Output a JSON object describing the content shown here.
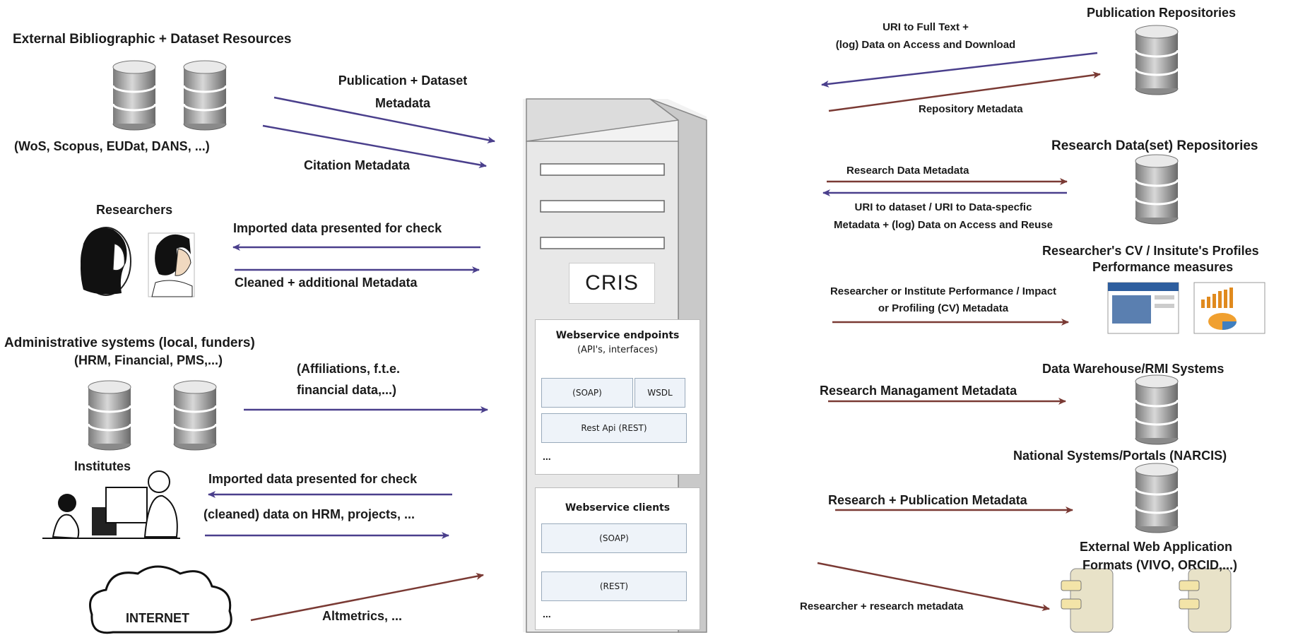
{
  "cris": {
    "label": "CRIS",
    "endpoints": {
      "title": "Webservice endpoints",
      "subtitle": "(API's, interfaces)",
      "soap": "(SOAP)",
      "wsdl": "WSDL",
      "rest": "Rest Api (REST)",
      "more": "..."
    },
    "clients": {
      "title": "Webservice clients",
      "soap": "(SOAP)",
      "rest": "(REST)",
      "more": "..."
    }
  },
  "left": {
    "external": {
      "title": "External Bibliographic + Dataset Resources",
      "sources": "(WoS, Scopus, EUDat, DANS, ...)",
      "flow1": "Publication + Dataset",
      "flow1b": "Metadata",
      "flow2": "Citation Metadata"
    },
    "researchers": {
      "title": "Researchers",
      "flow1": "Imported data presented for check",
      "flow2": "Cleaned + additional Metadata"
    },
    "admin": {
      "title": "Administrative systems (local, funders)",
      "subtitle": "(HRM, Financial, PMS,...)",
      "flow1": "(Affiliations, f.t.e.",
      "flow1b": "financial data,...)"
    },
    "institutes": {
      "title": "Institutes",
      "flow1": "Imported data presented for check",
      "flow2": "(cleaned) data on HRM, projects, ..."
    },
    "internet": {
      "label": "INTERNET",
      "flow": "Altmetrics, ..."
    }
  },
  "right": {
    "publication_repos": {
      "title": "Publication Repositories",
      "flow1": "URI to Full Text +",
      "flow1b": "(log) Data on Access and Download",
      "flow2": "Repository Metadata"
    },
    "data_repos": {
      "title": "Research Data(set) Repositories",
      "flow1": "Research Data Metadata",
      "flow2": "URI to dataset / URI to Data-specfic",
      "flow2b": "Metadata + (log) Data on Access and Reuse"
    },
    "cv": {
      "title": "Researcher's CV / Insitute's Profiles",
      "subtitle": "Performance measures",
      "flow1": "Researcher or Institute Performance / Impact",
      "flow1b": "or Profiling (CV) Metadata"
    },
    "warehouse": {
      "title": "Data Warehouse/RMI Systems",
      "flow": "Research Managament Metadata"
    },
    "national": {
      "title": "National Systems/Portals (NARCIS)",
      "flow": "Research + Publication Metadata"
    },
    "external_web": {
      "title": "External Web Application",
      "subtitle": "Formats  (VIVO, ORCID,...)",
      "flow": "Researcher + research metadata"
    }
  },
  "colors": {
    "arrow_blue": "#4a3f8c",
    "arrow_red": "#7a3a34"
  }
}
